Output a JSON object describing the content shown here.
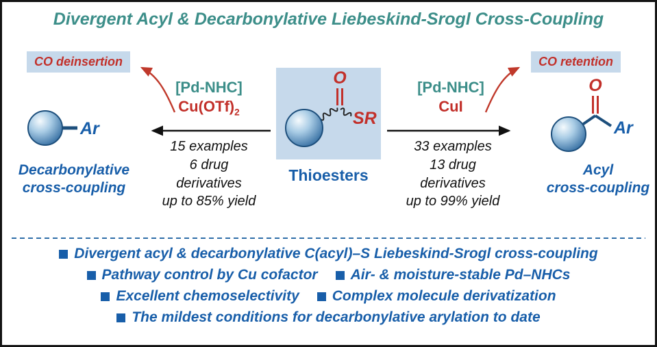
{
  "title": "Divergent Acyl & Decarbonylative Liebeskind-Srogl Cross-Coupling",
  "colors": {
    "teal": "#3C8E89",
    "blue": "#185EA9",
    "red": "#C2302A",
    "light_blue_box": "#C6D9EB"
  },
  "scheme": {
    "left_tag": "CO deinsertion",
    "right_tag": "CO retention",
    "center_label": "Thioesters",
    "thioester": {
      "o": "O",
      "sr": "SR"
    },
    "left_reaction": {
      "catalyst": "[Pd-NHC]",
      "cofactor": "Cu(OTf)",
      "cofactor_sub": "2",
      "stats": [
        "15 examples",
        "6 drug",
        "derivatives",
        "up to 85% yield"
      ]
    },
    "right_reaction": {
      "catalyst": "[Pd-NHC]",
      "cofactor": "CuI",
      "cofactor_sub": "",
      "stats": [
        "33 examples",
        "13 drug",
        "derivatives",
        "up to 99% yield"
      ]
    },
    "left_product": {
      "substituent": "Ar",
      "label_line1": "Decarbonylative",
      "label_line2": "cross-coupling"
    },
    "right_product": {
      "o": "O",
      "substituent": "Ar",
      "label_line1": "Acyl",
      "label_line2": "cross-coupling"
    }
  },
  "bullets": {
    "lines": [
      {
        "items": [
          {
            "text": "Divergent acyl & decarbonylative C(acyl)–S Liebeskind-Srogl cross-coupling"
          }
        ]
      },
      {
        "items": [
          {
            "text": "Pathway control by Cu cofactor"
          },
          {
            "text": "Air- & moisture-stable Pd–NHCs"
          }
        ]
      },
      {
        "items": [
          {
            "text": "Excellent chemoselectivity"
          },
          {
            "text": "Complex molecule derivatization"
          }
        ]
      },
      {
        "items": [
          {
            "text": "The mildest conditions for decarbonylative arylation to date"
          }
        ]
      }
    ]
  }
}
